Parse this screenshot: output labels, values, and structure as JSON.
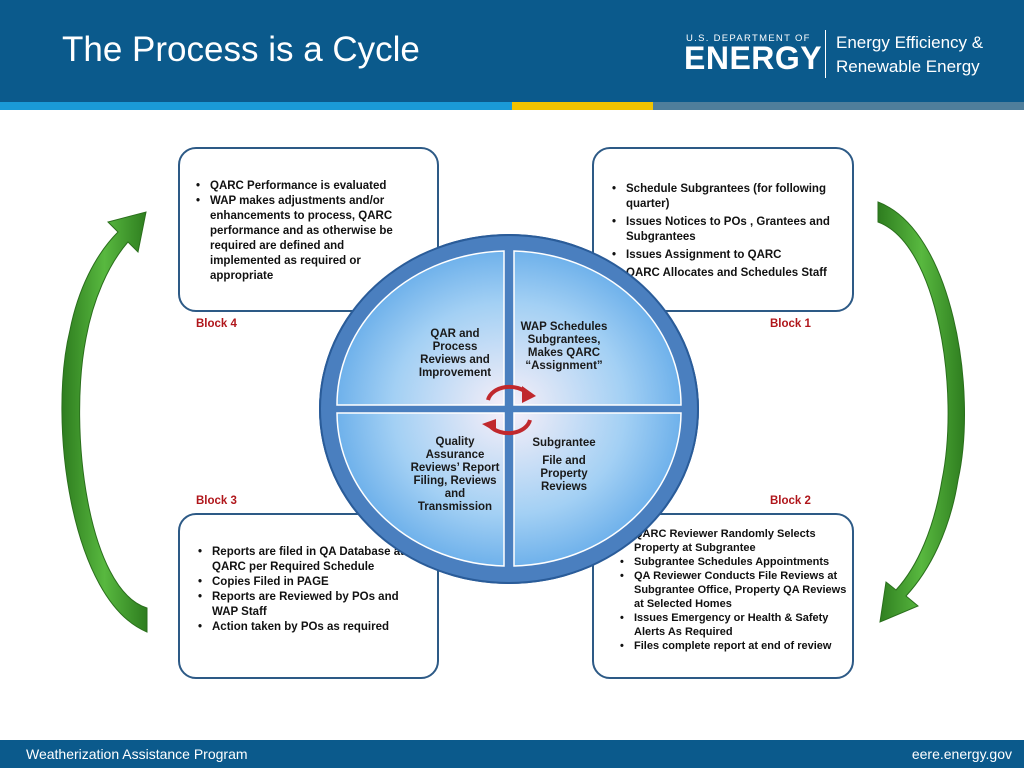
{
  "header": {
    "title": "The Process is a Cycle",
    "doe_small": "U.S. DEPARTMENT OF",
    "doe_big": "ENERGY",
    "eere_line1": "Energy Efficiency &",
    "eere_line2": "Renewable Energy"
  },
  "footer": {
    "left": "Weatherization Assistance Program",
    "right": "eere.energy.gov"
  },
  "blocks": {
    "block4": {
      "label": "Block 4",
      "items": [
        "QARC Performance is evaluated",
        "WAP makes adjustments and/or enhancements to process, QARC performance and as otherwise be required are defined and implemented as required or appropriate"
      ]
    },
    "block1": {
      "label": "Block 1",
      "items": [
        "Schedule Subgrantees (for following quarter)",
        "Issues Notices to POs , Grantees and Subgrantees",
        "Issues Assignment to QARC",
        "QARC Allocates and Schedules Staff"
      ]
    },
    "block3": {
      "label": "Block 3",
      "items": [
        "Reports are filed in QA Database at QARC per Required Schedule",
        "Copies Filed in PAGE",
        "Reports are Reviewed by POs and WAP  Staff",
        "Action taken by POs as required"
      ]
    },
    "block2": {
      "label": "Block 2",
      "items": [
        "QARC Reviewer Randomly Selects Property at Subgrantee",
        "Subgrantee Schedules Appointments",
        "QA Reviewer Conducts File Reviews at Subgrantee Office, Property QA Reviews at Selected Homes",
        "Issues Emergency or Health & Safety Alerts As Required",
        "Files complete report at end of review"
      ]
    }
  },
  "cycle": {
    "top_left": "QAR and Process Reviews and Improvement",
    "top_right": "WAP Schedules Subgrantees, Makes QARC “Assignment”",
    "bottom_left": "Quality Assurance Reviews’ Report Filing, Reviews and Transmission",
    "bottom_right_head": "Subgrantee",
    "bottom_right": "File and Property Reviews"
  },
  "colors": {
    "header_blue": "#0b5a8c",
    "accent_yellow": "#f2c300",
    "block_border": "#2d5a86",
    "label_red": "#b0161b",
    "arrow_green": "#3f9e2e",
    "cycle_arrow_red": "#c0282d"
  },
  "icons": {
    "left_arrow": "curved-arrow-up-icon",
    "right_arrow": "curved-arrow-down-icon",
    "center_cycle": "cycle-arrows-icon"
  }
}
